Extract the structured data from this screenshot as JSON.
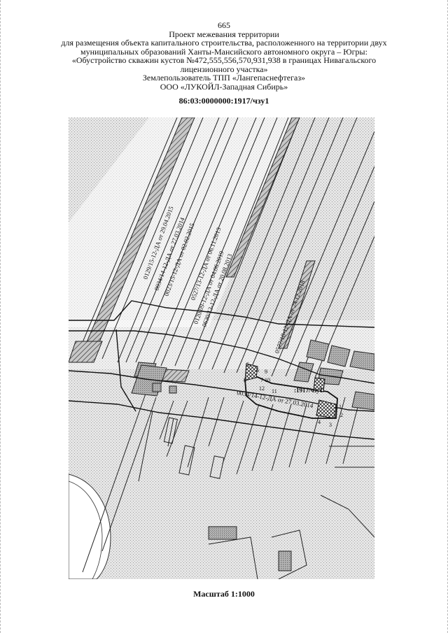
{
  "header": {
    "page_number": "665",
    "lines": [
      "Проект межевания территории",
      "для размещения объекта капитального строительства, расположенного на территории двух",
      "муниципальных образований Ханты-Мансийского автономного округа – Югры:",
      "«Обустройство скважин кустов №472,555,556,570,931,938 в границах Нивагальского",
      "лицензионного участка»",
      "Землепользователь ТПП «Лангепаснефтегаз»",
      "ООО «ЛУКОЙЛ-Западная Сибирь»"
    ],
    "cadastral_number": "86:03:0000000:1917/чзу1"
  },
  "map": {
    "rotated_labels": [
      "0129/15-12-ДА от 29.04.2015",
      "0034/14-12-ДА от 27.03.2014",
      "0023/15-12-ДА от 02.02.2015",
      "0527/13-12-ДА от 06.11.2013",
      "0120/09-12-ДА от 04.06.2019",
      "0630/13-12-ДА от 20.08.2013",
      "0577/18-12-ДА от 24.12.2018"
    ],
    "lower_label": "0034/14-12-ДА от 27.03.2014",
    "parcel_label": ":1917/чзу1",
    "point_numbers": [
      "1",
      "2",
      "3",
      "4",
      "5",
      "6",
      "7",
      "8",
      "9",
      "10",
      "11",
      "12"
    ]
  },
  "footer": {
    "scale": "Масштаб 1:1000"
  }
}
